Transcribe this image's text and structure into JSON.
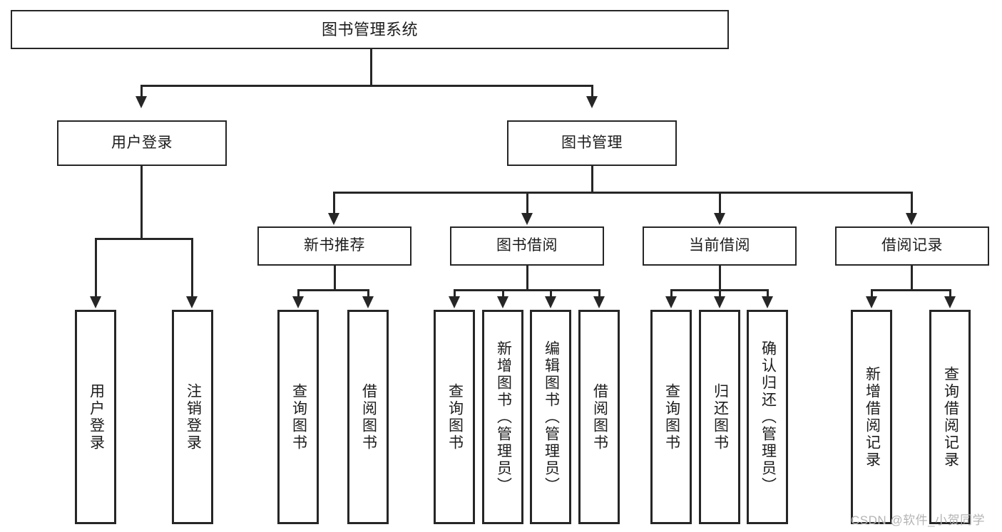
{
  "diagram": {
    "title": "图书管理系统",
    "type": "tree",
    "root": {
      "label": "图书管理系统"
    },
    "level2": [
      {
        "label": "用户登录"
      },
      {
        "label": "图书管理"
      }
    ],
    "level3": [
      {
        "label": "新书推荐"
      },
      {
        "label": "图书借阅"
      },
      {
        "label": "当前借阅"
      },
      {
        "label": "借阅记录"
      }
    ],
    "leaves": {
      "user_login": [
        {
          "label": "用户登录"
        },
        {
          "label": "注销登录"
        }
      ],
      "new_book_recommend": [
        {
          "label": "查询图书"
        },
        {
          "label": "借阅图书"
        }
      ],
      "book_borrow": [
        {
          "label": "查询图书"
        },
        {
          "label": "新增图书（管理员）"
        },
        {
          "label": "编辑图书（管理员）"
        },
        {
          "label": "借阅图书"
        }
      ],
      "current_borrow": [
        {
          "label": "查询图书"
        },
        {
          "label": "归还图书"
        },
        {
          "label": "确认归还（管理员）"
        }
      ],
      "borrow_record": [
        {
          "label": "新增借阅记录"
        },
        {
          "label": "查询借阅记录"
        }
      ]
    }
  },
  "watermark": {
    "text": "CSDN @软件_小贺同学"
  },
  "colors": {
    "stroke": "#262626",
    "fill": "#ffffff",
    "text": "#1c1c1c",
    "watermark": "#b4b4b4"
  }
}
